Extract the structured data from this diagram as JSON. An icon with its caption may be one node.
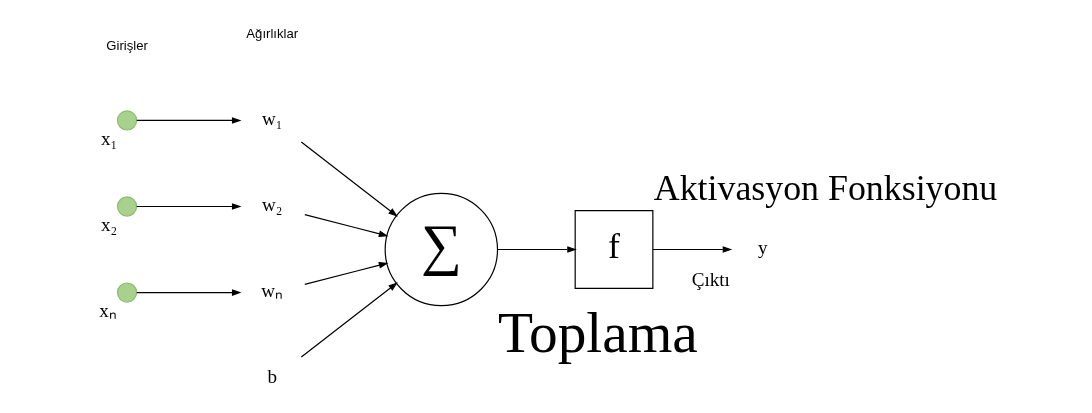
{
  "diagram": {
    "nodes": [
      {
        "text": [],
        "shape": "circle",
        "beside": [
          "x₁"
        ]
      },
      {
        "text": [
          "w₁"
        ]
      },
      {
        "text": [],
        "shape": "circle",
        "beside": [
          "x₂"
        ]
      },
      {
        "text": [
          "w₂"
        ]
      },
      {
        "text": [],
        "shape": "circle",
        "beside": [
          "xₙ"
        ]
      },
      {
        "text": [
          "wₙ"
        ]
      },
      {
        "text": [
          "b"
        ]
      },
      {
        "text": [
          "∑"
        ],
        "beside": [
          "Toplama"
        ]
      },
      {
        "text": [
          "f"
        ],
        "beside": [
          "Aktivasyon Fonksiyonu"
        ]
      },
      {
        "text": [
          "y"
        ],
        "beside": [
          "Çıktı"
        ]
      }
    ],
    "edges": [
      {
        "from": 0,
        "to": 1,
        "arrow": "to"
      },
      {
        "from": 2,
        "to": 3,
        "arrow": "to"
      },
      {
        "from": 4,
        "to": 5,
        "arrow": "to"
      },
      {
        "from": 1,
        "to": 7,
        "arrow": "to"
      },
      {
        "from": 3,
        "to": 7,
        "arrow": "to"
      },
      {
        "from": 5,
        "to": 7,
        "arrow": "to"
      },
      {
        "from": 6,
        "to": 7,
        "arrow": "to"
      },
      {
        "from": 7,
        "to": 8,
        "arrow": "to"
      },
      {
        "from": 8,
        "to": 9,
        "arrow": "to"
      }
    ],
    "labels": [
      "Girişler",
      "Ağırlıklar"
    ]
  }
}
